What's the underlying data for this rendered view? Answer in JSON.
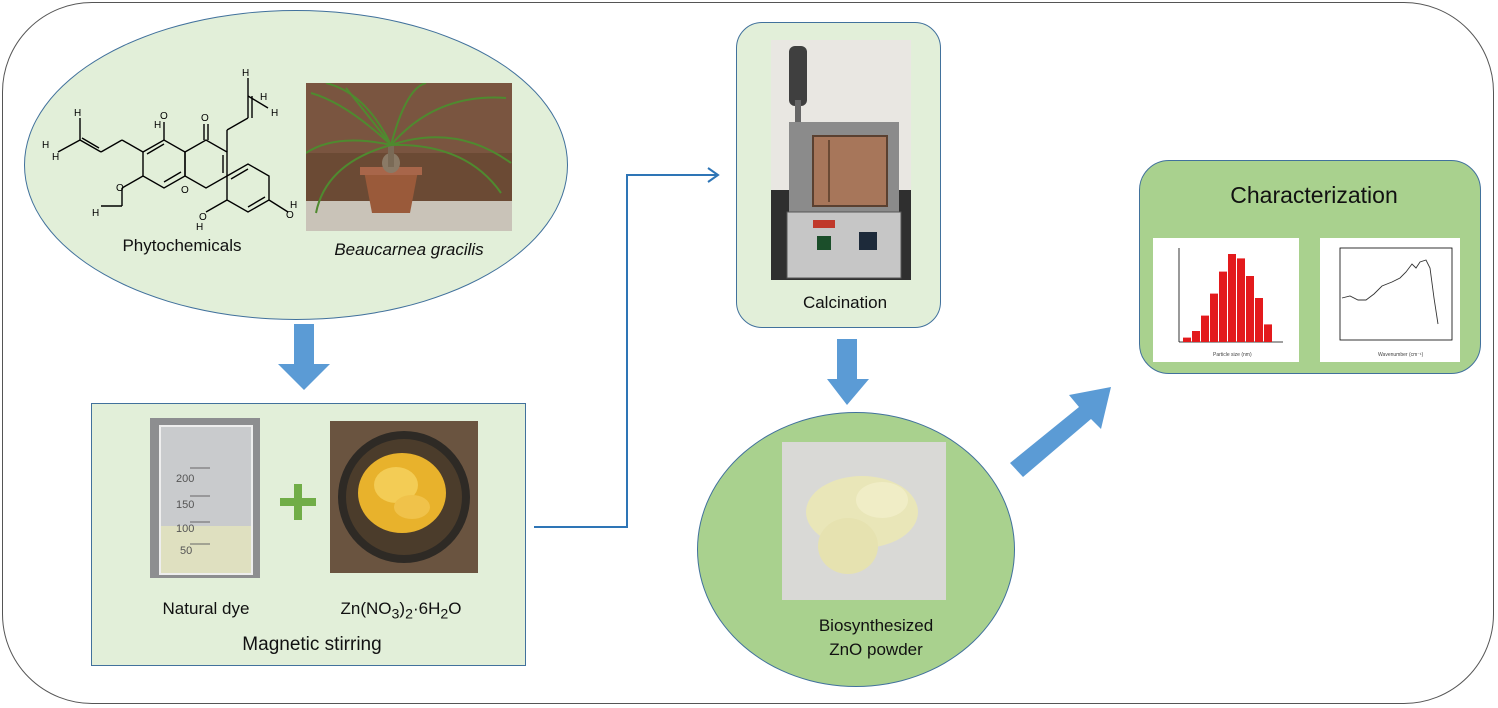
{
  "labels": {
    "phytochemicals": "Phytochemicals",
    "plant": "Beaucarnea gracilis",
    "natural_dye": "Natural dye",
    "zinc_nitrate": "Zn(NO3)2·6H2O",
    "magnetic_stirring": "Magnetic stirring",
    "calcination": "Calcination",
    "powder_line1": "Biosynthesized",
    "powder_line2": "ZnO powder",
    "characterization": "Characterization"
  },
  "beaker_marks": [
    "200",
    "150",
    "100",
    "50"
  ],
  "colors": {
    "light_fill": "#e2efd9",
    "dark_fill": "#a9d18e",
    "border": "#41719c",
    "arrow": "#5b9bd5",
    "plus": "#70ad47",
    "histogram_bar": "#e31a1c"
  },
  "histogram": {
    "values": [
      2,
      5,
      12,
      22,
      32,
      40,
      38,
      30,
      20,
      8
    ]
  }
}
